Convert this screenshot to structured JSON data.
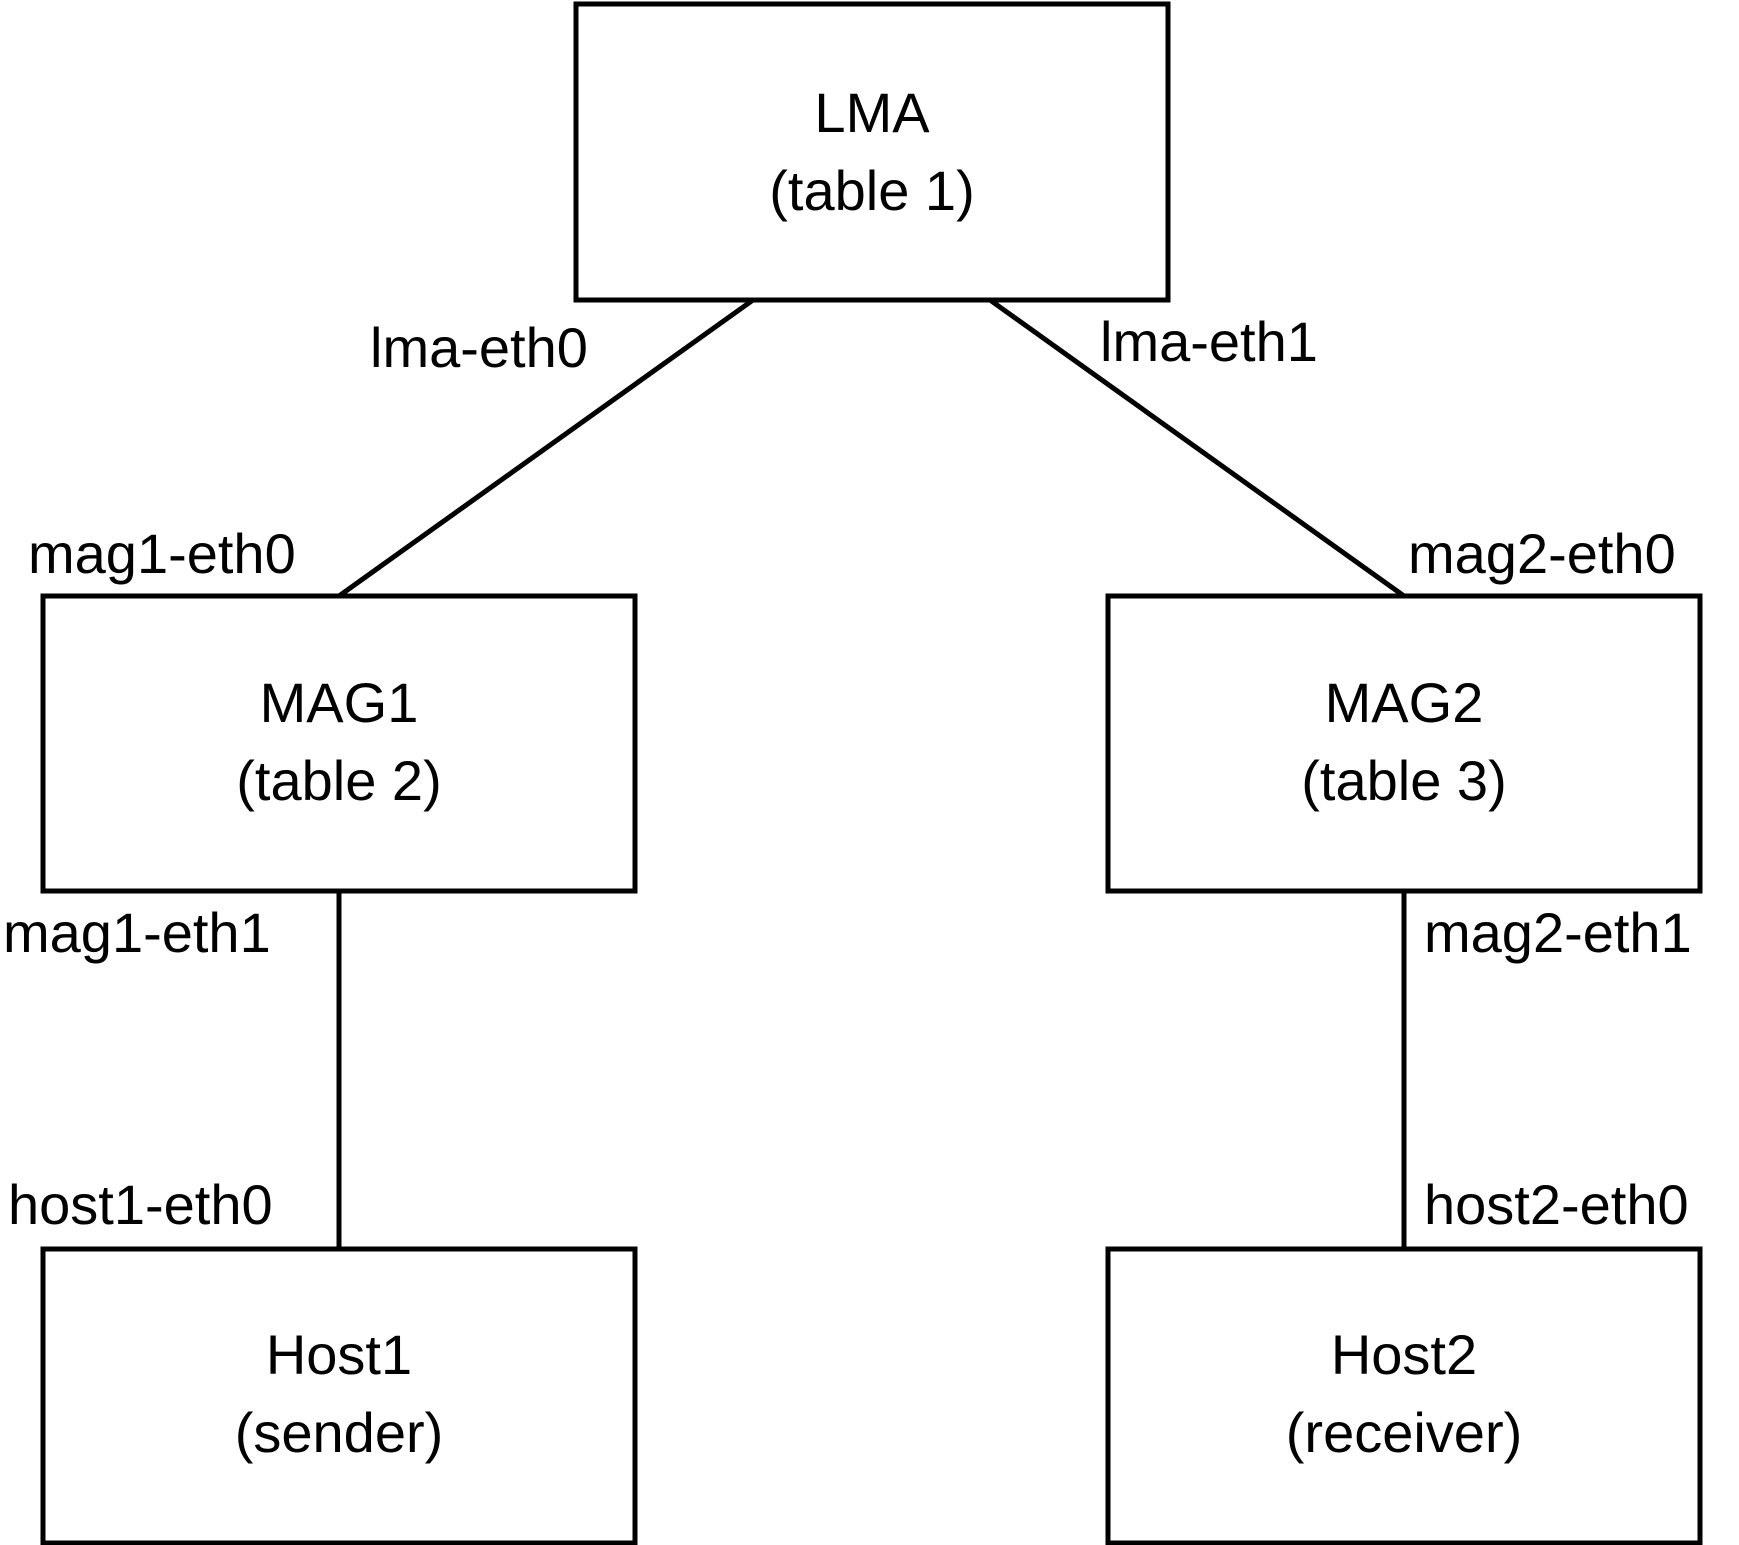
{
  "nodes": {
    "lma": {
      "name": "LMA",
      "detail": "(table 1)"
    },
    "mag1": {
      "name": "MAG1",
      "detail": "(table 2)"
    },
    "mag2": {
      "name": "MAG2",
      "detail": "(table 3)"
    },
    "host1": {
      "name": "Host1",
      "detail": "(sender)"
    },
    "host2": {
      "name": "Host2",
      "detail": "(receiver)"
    }
  },
  "interfaces": {
    "lma_eth0": "lma-eth0",
    "lma_eth1": "lma-eth1",
    "mag1_eth0": "mag1-eth0",
    "mag2_eth0": "mag2-eth0",
    "mag1_eth1": "mag1-eth1",
    "mag2_eth1": "mag2-eth1",
    "host1_eth0": "host1-eth0",
    "host2_eth0": "host2-eth0"
  }
}
